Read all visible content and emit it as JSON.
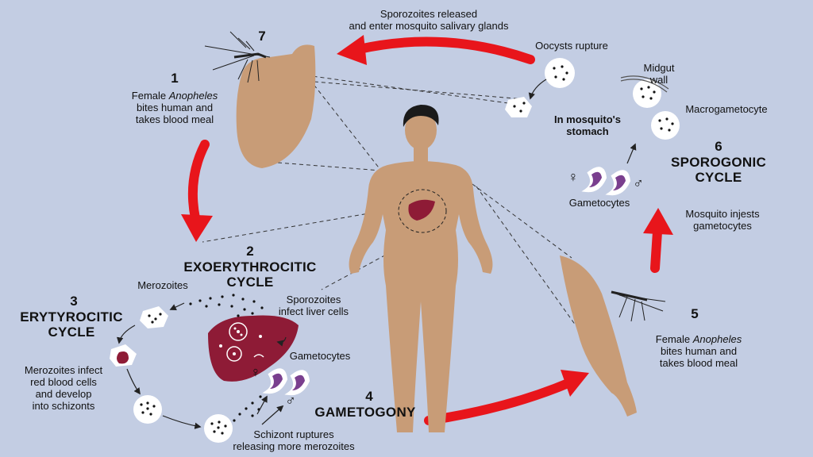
{
  "colors": {
    "background": "#c3cde3",
    "skin": "#c89c77",
    "hair": "#1a1a1a",
    "liver": "#8e1b36",
    "arrow_red": "#e8151b",
    "gametocyte_purple": "#7a3f8e",
    "parasite_cell": "#ffffff",
    "line": "#222222"
  },
  "steps": {
    "s1": {
      "number": "1",
      "line1_pre": "Female ",
      "line1_em": "Anopheles",
      "line2": "bites human and",
      "line3": "takes blood meal"
    },
    "s2": {
      "number": "2",
      "title1": "EXOERYTHROCITIC",
      "title2": "CYCLE"
    },
    "s3": {
      "number": "3",
      "title1": "ERYTYROCITIC",
      "title2": "CYCLE"
    },
    "s4": {
      "number": "4",
      "title": "GAMETOGONY"
    },
    "s5": {
      "number": "5",
      "line1_pre": "Female ",
      "line1_em": "Anopheles",
      "line2": "bites human and",
      "line3": "takes blood meal"
    },
    "s6": {
      "number": "6",
      "title1": "SPOROGONIC",
      "title2": "CYCLE"
    },
    "s7": {
      "number": "7"
    }
  },
  "labels": {
    "sporozoites_released_1": "Sporozoites released",
    "sporozoites_released_2": "and enter mosquito salivary glands",
    "oocysts_rupture": "Oocysts rupture",
    "midgut_1": "Midgut",
    "midgut_2": "wall",
    "macrogametocyte": "Macrogametocyte",
    "in_stomach_1": "In mosquito's",
    "in_stomach_2": "stomach",
    "gametocytes_mosquito": "Gametocytes",
    "mosquito_ingests_1": "Mosquito injests",
    "mosquito_ingests_2": "gametocytes",
    "merozoites": "Merozoites",
    "sporozoites_infect_1": "Sporozoites",
    "sporozoites_infect_2": "infect liver cells",
    "merozoites_infect_1": "Merozoites infect",
    "merozoites_infect_2": "red blood cells",
    "merozoites_infect_3": "and develop",
    "merozoites_infect_4": "into schizonts",
    "gametocytes_human": "Gametocytes",
    "schizont_1": "Schizont ruptures",
    "schizont_2": "releasing more merozoites",
    "female_symbol": "♀",
    "male_symbol": "♂"
  }
}
